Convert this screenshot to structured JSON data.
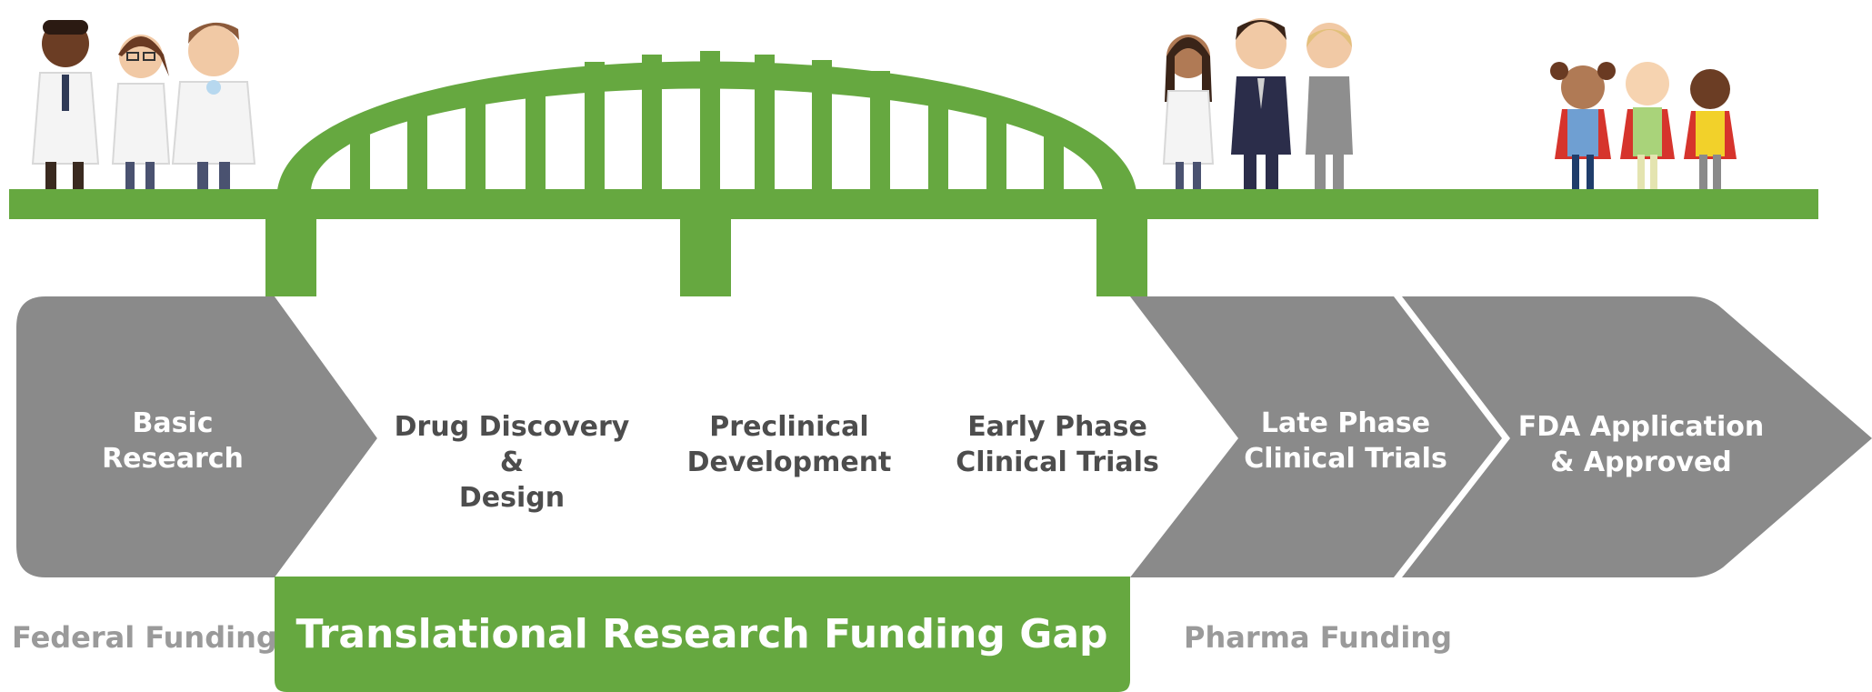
{
  "stages": [
    {
      "id": "basic-research",
      "label": "Basic\nResearch"
    },
    {
      "id": "drug-discovery",
      "label": "Drug Discovery &\nDesign"
    },
    {
      "id": "preclinical",
      "label": "Preclinical\nDevelopment"
    },
    {
      "id": "early-phase",
      "label": "Early Phase\nClinical Trials"
    },
    {
      "id": "late-phase",
      "label": "Late Phase\nClinical Trials"
    },
    {
      "id": "fda",
      "label": "FDA Application\n& Approved"
    }
  ],
  "funding": {
    "federal": "Federal Funding",
    "gap": "Translational Research Funding Gap",
    "pharma": "Pharma Funding"
  },
  "colors": {
    "green": "#66a840",
    "gray": "#8a8a8a",
    "dark_text": "#4d4d4d",
    "funding_text": "#9a9a9a"
  },
  "people": {
    "researchers": [
      "scientist-man",
      "scientist-woman-glasses",
      "scientist-man-beard"
    ],
    "professionals": [
      "doctor-woman",
      "businessman",
      "businesswoman"
    ],
    "children": [
      "girl-superhero",
      "bald-child-superhero",
      "boy-superhero"
    ]
  }
}
